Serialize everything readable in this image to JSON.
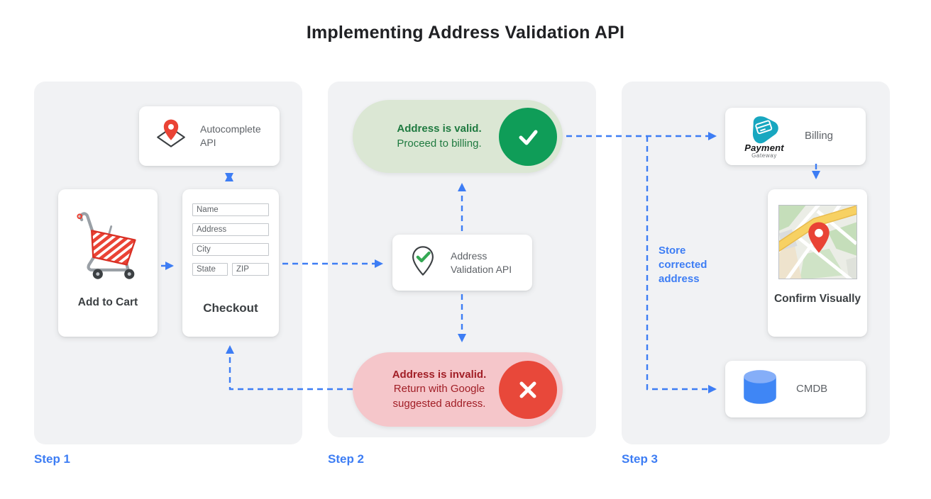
{
  "title": "Implementing Address Validation API",
  "colors": {
    "accent_blue": "#3d7df4",
    "panel_bg": "#f1f2f4",
    "valid_bg": "#dbe7d4",
    "valid_text": "#1f7a40",
    "valid_circle": "#0f9d58",
    "invalid_bg": "#f5c6ca",
    "invalid_text": "#a11e26",
    "invalid_circle": "#e8483a"
  },
  "step1": {
    "label": "Step 1",
    "autocomplete_card": {
      "title": "Autocomplete API"
    },
    "cart_card": {
      "title": "Add to Cart"
    },
    "checkout_card": {
      "title": "Checkout",
      "fields": {
        "name": "Name",
        "address": "Address",
        "city": "City",
        "state": "State",
        "zip": "ZIP"
      }
    }
  },
  "step2": {
    "label": "Step 2",
    "valid_pill": {
      "title": "Address is valid.",
      "subtitle": "Proceed to billing."
    },
    "validation_card": {
      "title": "Address Validation API"
    },
    "invalid_pill": {
      "title": "Address is invalid.",
      "subtitle": "Return with Google suggested address."
    }
  },
  "step3": {
    "label": "Step 3",
    "billing_card": {
      "title": "Billing",
      "logo_name": "Payment",
      "logo_sub": "Gateway"
    },
    "confirm_card": {
      "title": "Confirm Visually"
    },
    "cmdb_card": {
      "title": "CMDB"
    },
    "store_note": "Store corrected address"
  }
}
